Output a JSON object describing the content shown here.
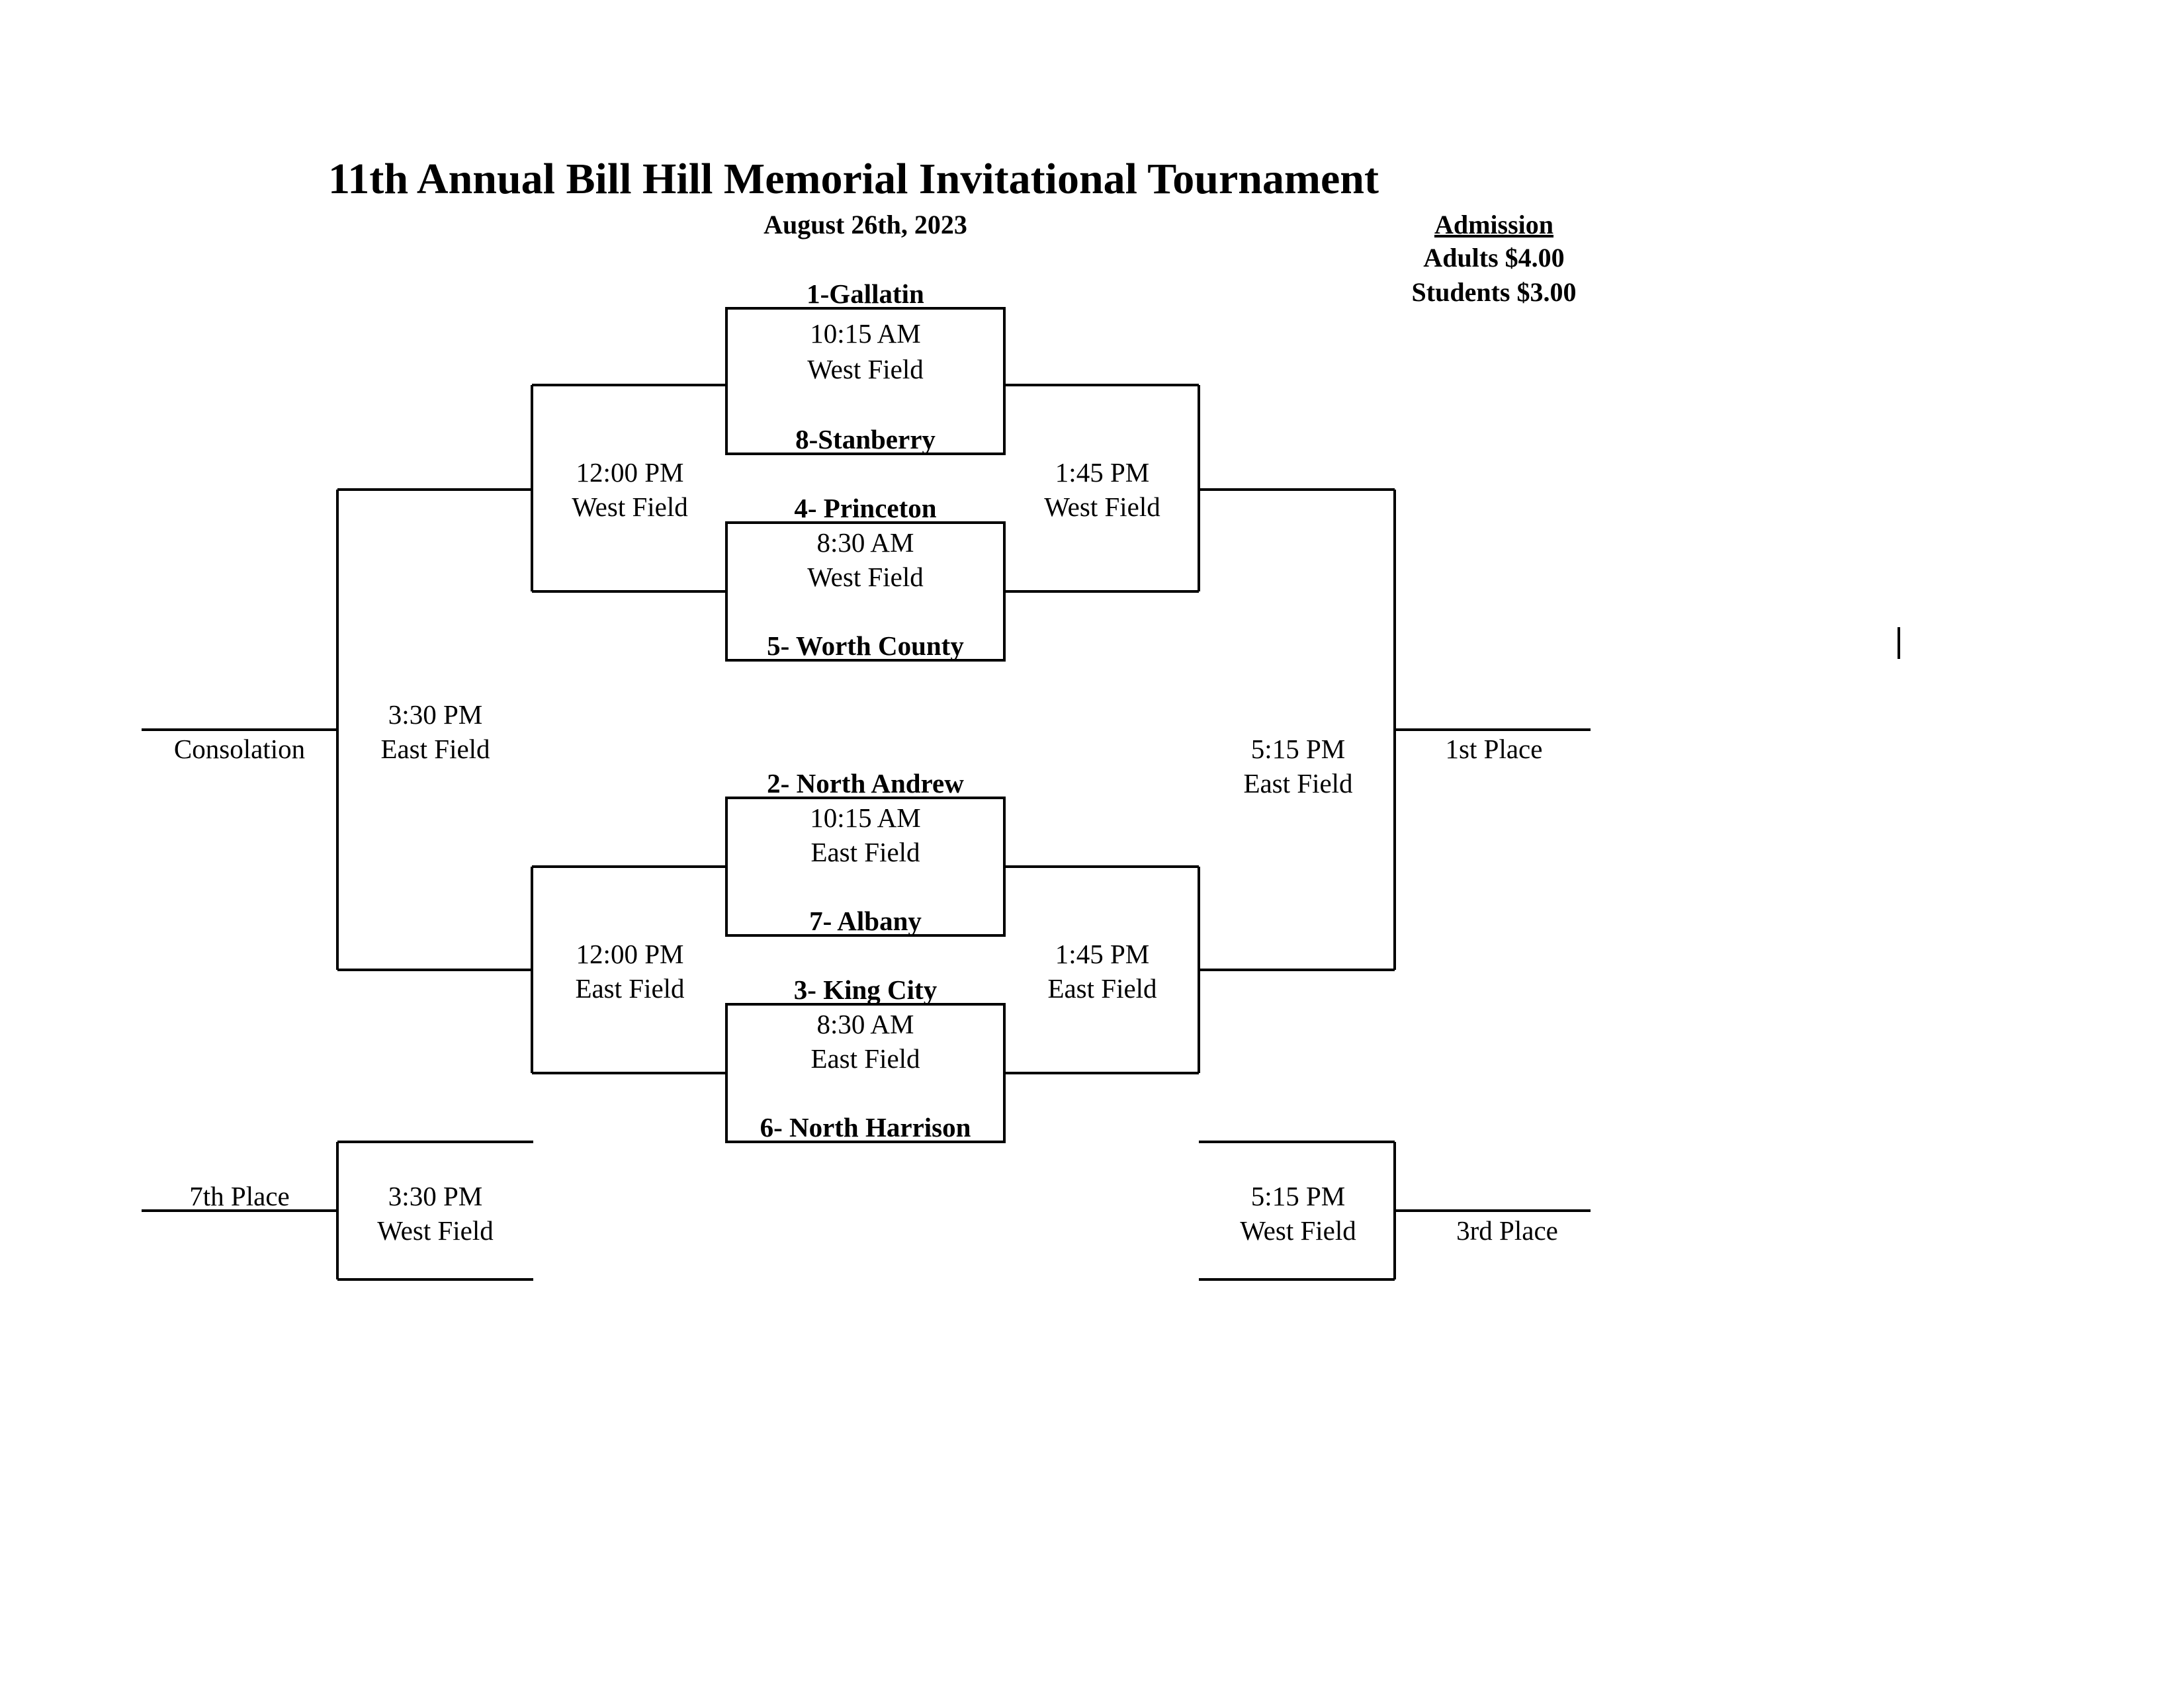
{
  "header": {
    "title": "11th Annual Bill Hill Memorial Invitational Tournament",
    "date": "August 26th, 2023"
  },
  "admission": {
    "heading": "Admission",
    "adults": "Adults $4.00",
    "students": "Students $3.00"
  },
  "teams": {
    "t1": "1-Gallatin",
    "t8": "8-Stanberry",
    "t4": "4- Princeton",
    "t5": "5- Worth County",
    "t2": "2- North Andrew",
    "t7": "7- Albany",
    "t3": "3- King City",
    "t6": "6- North Harrison"
  },
  "games": {
    "g1": {
      "time": "10:15 AM",
      "field": "West Field"
    },
    "g2": {
      "time": "8:30 AM",
      "field": "West Field"
    },
    "g3": {
      "time": "10:15 AM",
      "field": "East Field"
    },
    "g4": {
      "time": "8:30 AM",
      "field": "East Field"
    },
    "cons_top": {
      "time": "12:00 PM",
      "field": "West Field"
    },
    "cons_bot": {
      "time": "12:00 PM",
      "field": "East Field"
    },
    "win_top": {
      "time": "1:45 PM",
      "field": "West Field"
    },
    "win_bot": {
      "time": "1:45 PM",
      "field": "East Field"
    },
    "consolation": {
      "time": "3:30 PM",
      "field": "East Field"
    },
    "championship": {
      "time": "5:15 PM",
      "field": "East Field"
    },
    "seventh": {
      "time": "3:30 PM",
      "field": "West Field"
    },
    "third": {
      "time": "5:15 PM",
      "field": "West Field"
    }
  },
  "results": {
    "consolation": "Consolation",
    "first": "1st Place",
    "seventh": "7th Place",
    "third": "3rd Place"
  }
}
